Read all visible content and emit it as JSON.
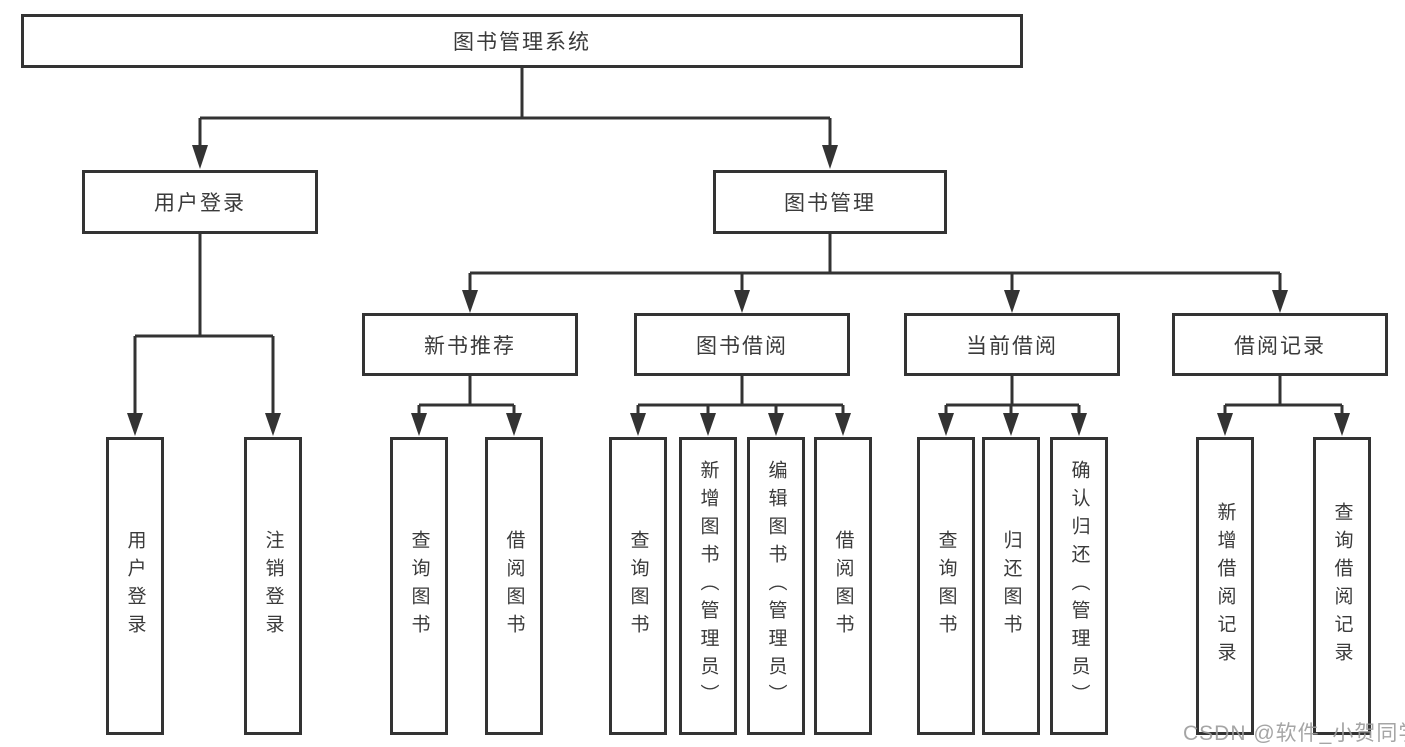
{
  "tree": {
    "root": {
      "label": "图书管理系统",
      "children": [
        {
          "label": "用户登录",
          "children": [
            {
              "label": "用户登录"
            },
            {
              "label": "注销登录"
            }
          ]
        },
        {
          "label": "图书管理",
          "children": [
            {
              "label": "新书推荐",
              "children": [
                {
                  "label": "查询图书"
                },
                {
                  "label": "借阅图书"
                }
              ]
            },
            {
              "label": "图书借阅",
              "children": [
                {
                  "label": "查询图书"
                },
                {
                  "label": "新增图书（管理员）"
                },
                {
                  "label": "编辑图书（管理员）"
                },
                {
                  "label": "借阅图书"
                }
              ]
            },
            {
              "label": "当前借阅",
              "children": [
                {
                  "label": "查询图书"
                },
                {
                  "label": "归还图书"
                },
                {
                  "label": "确认归还（管理员）"
                }
              ]
            },
            {
              "label": "借阅记录",
              "children": [
                {
                  "label": "新增借阅记录"
                },
                {
                  "label": "查询借阅记录"
                }
              ]
            }
          ]
        }
      ]
    }
  },
  "watermark": {
    "text": "CSDN @软件_小贺同学"
  },
  "colors": {
    "line": "#333333",
    "text": "#3a3a3a",
    "watermark": "#9c9c9c",
    "background": "#ffffff"
  }
}
